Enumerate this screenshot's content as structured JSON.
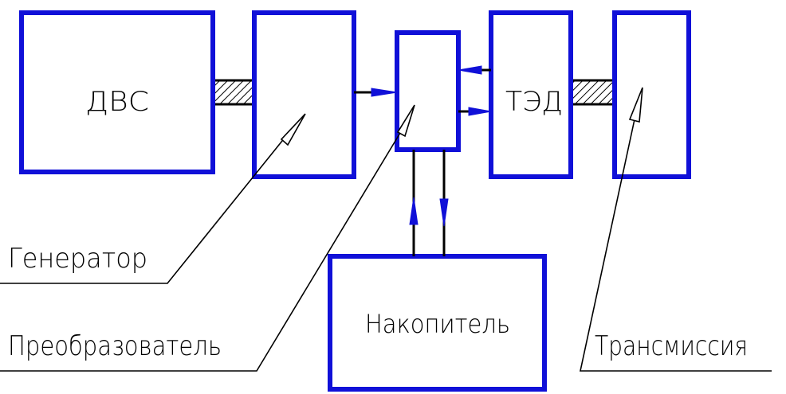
{
  "diagram": {
    "colors": {
      "block_stroke": "#1010d8",
      "line": "#000000",
      "hatch": "#000000",
      "background": "#ffffff"
    },
    "blocks": {
      "engine": {
        "label": "ДВС"
      },
      "generator": {
        "label": ""
      },
      "converter": {
        "label": ""
      },
      "motor": {
        "label": "ТЭД"
      },
      "transmission": {
        "label": ""
      },
      "storage": {
        "label": "Накопитель"
      }
    },
    "callouts": {
      "generator": "Генератор",
      "converter": "Преобразователь",
      "transmission": "Трансмиссия"
    }
  }
}
